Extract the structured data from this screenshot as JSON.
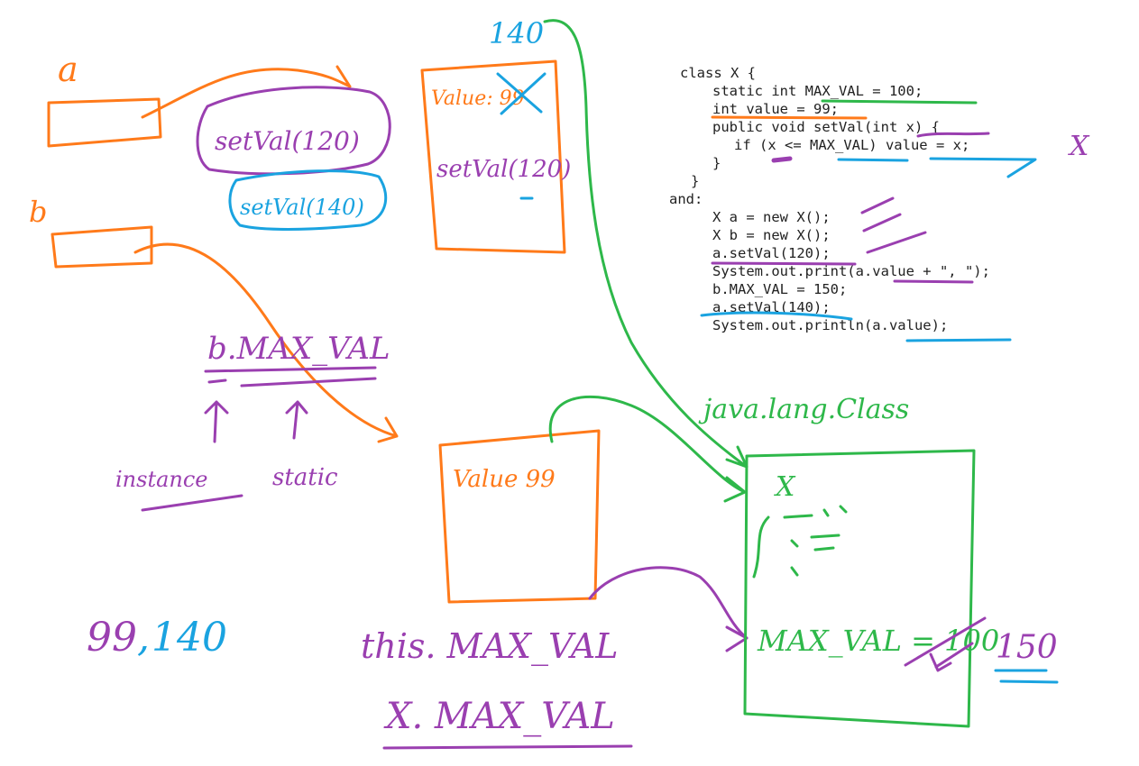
{
  "colors": {
    "orange": "#ff7a1a",
    "purple": "#9a3fb0",
    "blue": "#1aa3e0",
    "green": "#2eb84a",
    "code": "#222222"
  },
  "code": {
    "lines": [
      "class X {",
      "static int MAX_VAL = 100;",
      "int value = 99;",
      "public void setVal(int x) {",
      "if (x <= MAX_VAL) value = x;",
      "}",
      "}",
      "and:",
      "X a = new X();",
      "X b = new X();",
      "a.setVal(120);",
      "System.out.print(a.value + \", \");",
      "b.MAX_VAL = 150;",
      "a.setVal(140);",
      "System.out.println(a.value);"
    ],
    "annotation_x": "X"
  },
  "refs": {
    "a_label": "a",
    "b_label": "b"
  },
  "calls": {
    "call_120": "setVal(120)",
    "call_140": "setVal(140)"
  },
  "object_a": {
    "value_label": "Value: 99",
    "call": "setVal(120)",
    "top_number": "140"
  },
  "object_b": {
    "value_label": "Value 99"
  },
  "expression": {
    "text": "b.MAX_VAL",
    "left_label": "instance",
    "right_label": "static"
  },
  "output": {
    "first": "99",
    "separator": ",",
    "second": "140"
  },
  "class_box": {
    "title": "java.lang.Class",
    "name": "X",
    "field": "MAX_VAL = 100",
    "new_value": "150"
  },
  "access": {
    "this_form": "this. MAX_VAL",
    "class_form": "X. MAX_VAL"
  }
}
